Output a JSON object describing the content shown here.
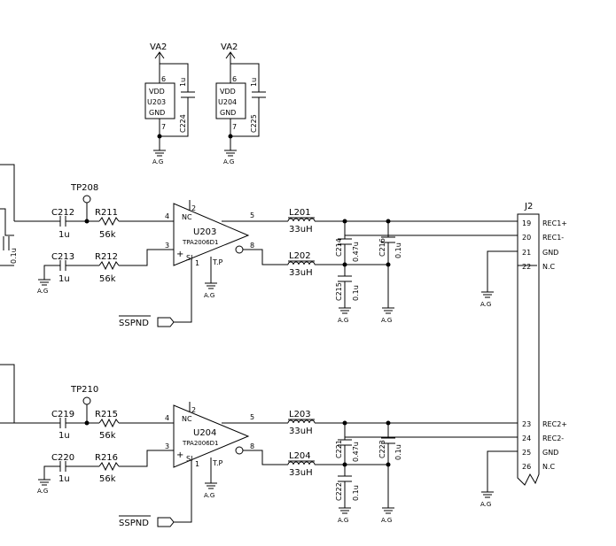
{
  "power": {
    "u203": {
      "rail": "VA2",
      "pin_top": "6",
      "pin_bot": "7",
      "l1": "VDD",
      "ref": "U203",
      "l2": "GND",
      "cap_ref": "C224",
      "cap_val": "1u",
      "gnd": "A.G"
    },
    "u204": {
      "rail": "VA2",
      "pin_top": "6",
      "pin_bot": "7",
      "l1": "VDD",
      "ref": "U204",
      "l2": "GND",
      "cap_ref": "C225",
      "cap_val": "1u",
      "gnd": "A.G"
    }
  },
  "ch1": {
    "left_cap": "0.1u",
    "tp": "TP208",
    "cin1_ref": "C212",
    "cin1_val": "1u",
    "r1_ref": "R211",
    "r1_val": "56k",
    "cin2_ref": "C213",
    "cin2_val": "1u",
    "r2_ref": "R212",
    "r2_val": "56k",
    "gnd": "A.G",
    "amp_ref": "U203",
    "amp_part": "TPA2006D1",
    "pin_nc": "4",
    "nc": "NC",
    "pin2": "2",
    "pin3": "3",
    "plus": "+",
    "pin1": "1",
    "si": "SI",
    "tp_label": "T.P",
    "pin5": "5",
    "pin8": "8",
    "amp_gnd": "A.G",
    "sspnd": "SSPND",
    "l1_ref": "L201",
    "l1_val": "33uH",
    "l2_ref": "L202",
    "l2_val": "33uH",
    "c1_ref": "C214",
    "c1_val": "0.47u",
    "c2_ref": "C216",
    "c2_val": "0.1u",
    "c3_ref": "C215",
    "c3_val": "0.1u",
    "cap_gnd1": "A.G",
    "cap_gnd2": "A.G",
    "pins": [
      "19",
      "20",
      "21",
      "22"
    ],
    "nets": [
      "REC1+",
      "REC1-",
      "GND",
      "N.C"
    ],
    "conn_gnd": "A.G"
  },
  "ch2": {
    "tp": "TP210",
    "cin1_ref": "C219",
    "cin1_val": "1u",
    "r1_ref": "R215",
    "r1_val": "56k",
    "cin2_ref": "C220",
    "cin2_val": "1u",
    "r2_ref": "R216",
    "r2_val": "56k",
    "gnd": "A.G",
    "amp_ref": "U204",
    "amp_part": "TPA2006D1",
    "pin_nc": "4",
    "nc": "NC",
    "pin2": "2",
    "pin3": "3",
    "plus": "+",
    "pin1": "1",
    "si": "SI",
    "tp_label": "T.P",
    "pin5": "5",
    "pin8": "8",
    "amp_gnd": "A.G",
    "sspnd": "SSPND",
    "l1_ref": "L203",
    "l1_val": "33uH",
    "l2_ref": "L204",
    "l2_val": "33uH",
    "c1_ref": "C221",
    "c1_val": "0.47u",
    "c2_ref": "C223",
    "c2_val": "0.1u",
    "c3_ref": "C222",
    "c3_val": "0.1u",
    "cap_gnd1": "A.G",
    "cap_gnd2": "A.G",
    "pins": [
      "23",
      "24",
      "25",
      "26"
    ],
    "nets": [
      "REC2+",
      "REC2-",
      "GND",
      "N.C"
    ],
    "conn_gnd": "A.G"
  },
  "connector": {
    "ref": "J2"
  }
}
